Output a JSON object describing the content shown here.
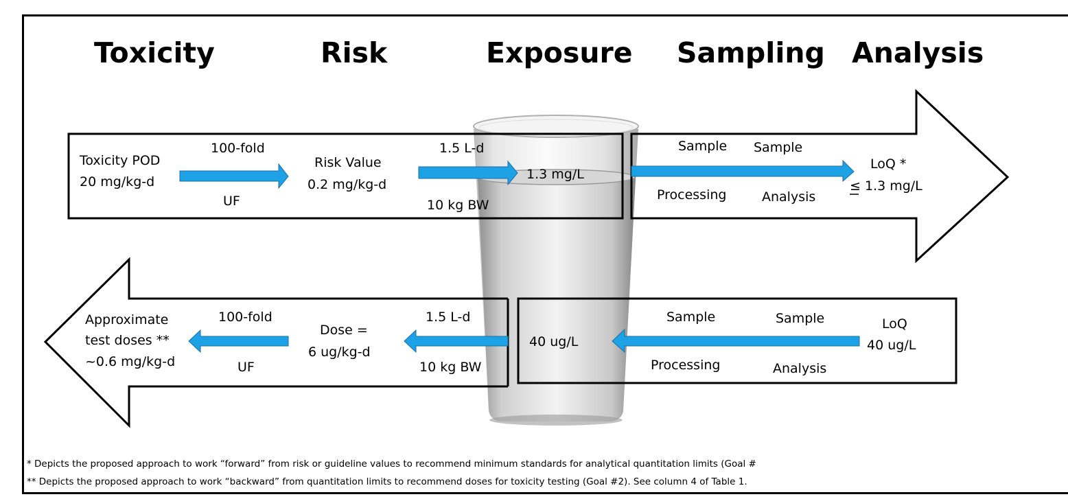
{
  "top_banner": "",
  "headings": {
    "toxicity": "Toxicity",
    "risk": "Risk",
    "exposure": "Exposure",
    "sampling": "Sampling",
    "analysis": "Analysis"
  },
  "forward": {
    "pod_title": "Toxicity POD",
    "pod_value": "20 mg/kg-d",
    "fold_label": "100-fold",
    "uf_label": "UF",
    "risk_title": "Risk Value",
    "risk_value": "0.2 mg/kg-d",
    "intake_label": "1.5 L-d",
    "bw_label": "10 kg BW",
    "conc_value": "1.3 mg/L",
    "sample_1": "Sample",
    "processing": "Processing",
    "sample_2": "Sample",
    "analysis": "Analysis",
    "loq_title": "LoQ *",
    "loq_value": "≤ 1.3 mg/L"
  },
  "backward": {
    "approx_1": "Approximate",
    "approx_2": "test doses **",
    "approx_3": "~0.6 mg/kg-d",
    "fold_label": "100-fold",
    "uf_label": "UF",
    "dose_1": "Dose =",
    "dose_2": "6 ug/kg-d",
    "intake_label": "1.5 L-d",
    "bw_label": "10 kg BW",
    "conc_value": "40 ug/L",
    "sample_1": "Sample",
    "processing": "Processing",
    "sample_2": "Sample",
    "analysis": "Analysis",
    "loq_title": "LoQ",
    "loq_value": "40 ug/L"
  },
  "notes": {
    "note_1": "* Depicts the proposed approach to work “forward” from risk or guideline values to recommend minimum standards for analytical quantitation limits (Goal #",
    "note_2": "** Depicts the proposed approach to work “backward” from quantitation limits to recommend doses for toxicity testing (Goal #2).  See column 4 of Table 1."
  },
  "colors": {
    "arrow_blue": "#1ea2e6",
    "arrow_outline": "#1d6fa5",
    "line": "#000000"
  }
}
